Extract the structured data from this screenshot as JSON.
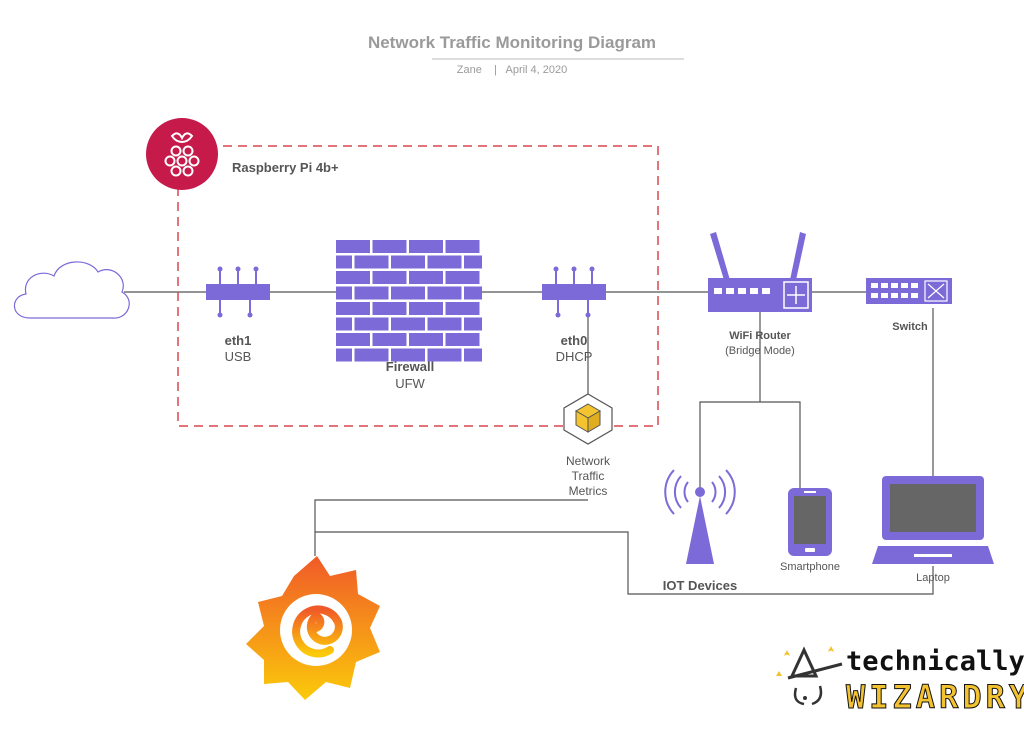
{
  "header": {
    "title": "Network Traffic Monitoring Diagram",
    "author": "Zane",
    "separator": "|",
    "date": "April 4, 2020"
  },
  "boundary": {
    "label": "Raspberry Pi 4b+"
  },
  "nodes": {
    "eth1": {
      "name": "eth1",
      "detail": "USB"
    },
    "firewall": {
      "name": "Firewall",
      "detail": "UFW"
    },
    "eth0": {
      "name": "eth0",
      "detail": "DHCP"
    },
    "metrics": {
      "line1": "Network",
      "line2": "Traffic",
      "line3": "Metrics"
    },
    "router": {
      "name": "WiFi Router",
      "detail": "(Bridge Mode)"
    },
    "switch": {
      "name": "Switch"
    },
    "iot": {
      "name": "IOT Devices"
    },
    "smartphone": {
      "name": "Smartphone"
    },
    "laptop": {
      "name": "Laptop"
    }
  },
  "brand": {
    "line1": "technically",
    "line2": "WIZARDRY"
  },
  "colors": {
    "device": "#7b6ad8",
    "boundary": "#d9464e",
    "raspberry": "#c51a4a",
    "line": "#555555",
    "grafana_top": "#f05a28",
    "grafana_bottom": "#fbca0a",
    "metrics_cube": "#f4c430"
  }
}
